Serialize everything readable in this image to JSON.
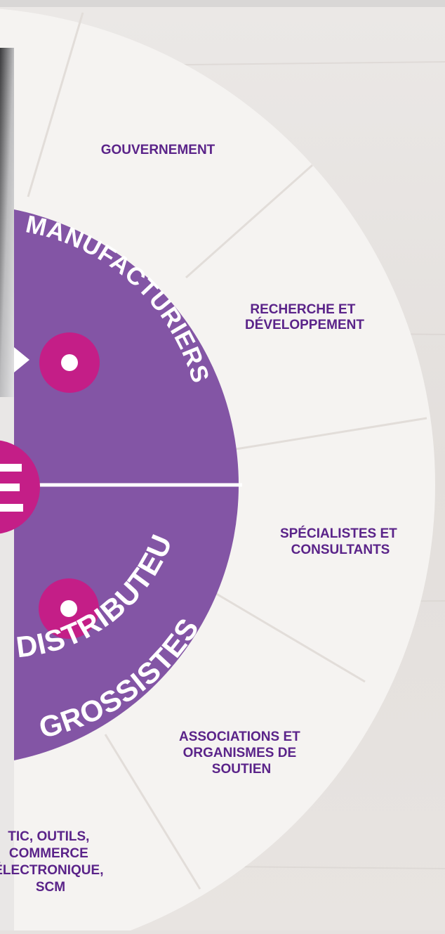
{
  "diagram": {
    "outer_labels": [
      {
        "id": "gouvernement",
        "lines": [
          "GOUVERNEMENT"
        ]
      },
      {
        "id": "recherche",
        "lines": [
          "RECHERCHE ET",
          "DÉVELOPPEMENT"
        ]
      },
      {
        "id": "specialistes",
        "lines": [
          "SPÉCIALISTES ET",
          "CONSULTANTS"
        ]
      },
      {
        "id": "associations",
        "lines": [
          "ASSOCIATIONS ET",
          "ORGANISMES DE",
          "SOUTIEN"
        ]
      },
      {
        "id": "tic",
        "lines": [
          "TIC, OUTILS,",
          "COMMERCE",
          "ÉLECTRONIQUE,",
          "SCM"
        ]
      }
    ],
    "ring_labels": {
      "manufacturiers": "MANUFACTURIERS",
      "distributeurs": "DISTRIBUTEURS",
      "grossistes": "GROSSISTES"
    },
    "center_letter": "E",
    "colors": {
      "outer_ring": "#f5f3f1",
      "purple": "#8355a5",
      "magenta": "#c41e87",
      "label_text": "#5a2389",
      "white": "#ffffff",
      "background": "#e6e1df"
    }
  }
}
